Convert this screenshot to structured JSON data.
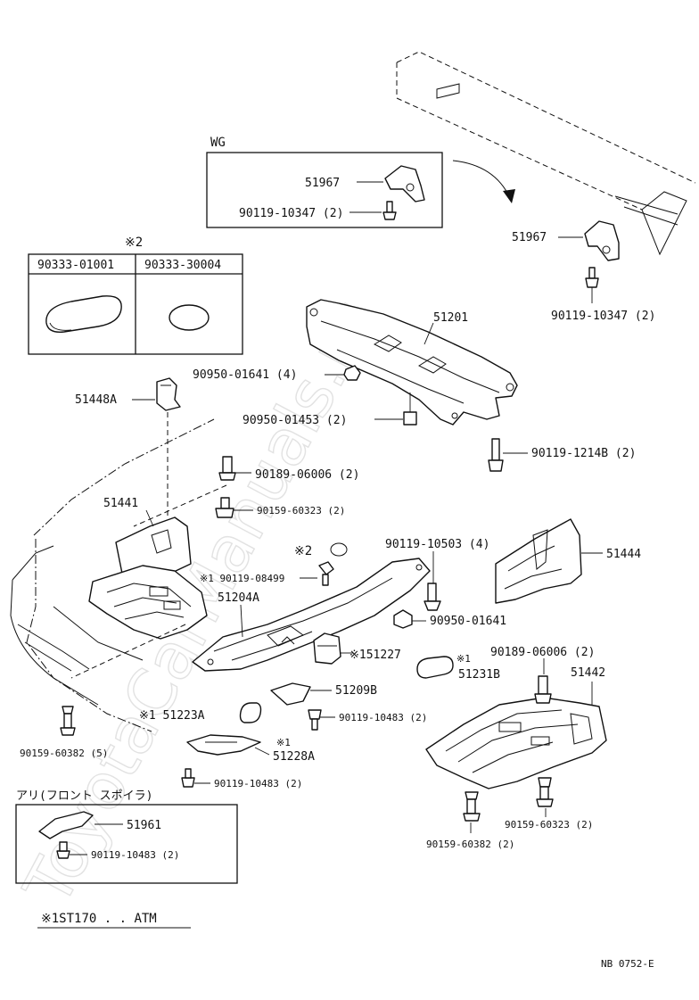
{
  "watermark": "ToyotaCarManuals.ru",
  "wg_section": {
    "title": "WG",
    "bracket_part": "51967",
    "bolt_part": "90119-10347 (2)"
  },
  "spoiler_callouts": {
    "bracket_part": "51967",
    "bolt_part": "90119-10347 (2)"
  },
  "note2_section": {
    "marker": "※2",
    "columns": [
      "90333-01001",
      "90333-30004"
    ]
  },
  "callouts": {
    "p51201": "51201",
    "p90950_01641_4": "90950-01641 (4)",
    "p90950_01453": "90950-01453 (2)",
    "p90119_1214b": "90119-1214B (2)",
    "p51448a": "51448A",
    "p90189_06006_a": "90189-06006 (2)",
    "p90159_60323_a": "90159-60323 (2)",
    "p51441": "51441",
    "note2_marker": "※2",
    "p90119_10503": "90119-10503 (4)",
    "p51444": "51444",
    "p90119_08499": "※1 90119-08499",
    "p51204a": "51204A",
    "p90950_01641": "90950-01641",
    "p51227": "※151227",
    "p51231b_mark": "※1",
    "p51231b": "51231B",
    "p90189_06006_b": "90189-06006 (2)",
    "p51442": "51442",
    "p51209b": "51209B",
    "p51223a": "※1 51223A",
    "p90119_10483_a": "90119-10483 (2)",
    "p51228a_mark": "※1",
    "p51228a": "51228A",
    "p90159_60382_a": "90159-60382 (5)",
    "p90119_10483_b": "90119-10483 (2)",
    "p90159_60323_b": "90159-60323 (2)",
    "p90159_60382_b": "90159-60382 (2)"
  },
  "ari_section": {
    "title": "アリ(フロント スポイラ)",
    "bracket_part": "51961",
    "bolt_part": "90119-10483 (2)"
  },
  "footnote": "※1ST170 . . ATM",
  "figure_code": "NB 0752-E"
}
